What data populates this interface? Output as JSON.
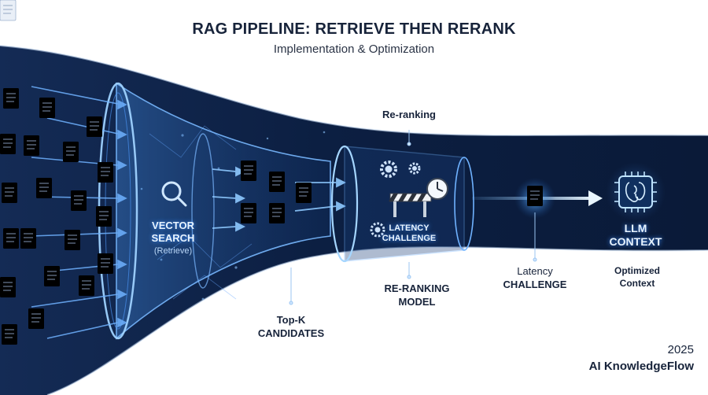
{
  "header": {
    "title": "RAG PIPELINE: RETRIEVE THEN RERANK",
    "subtitle": "Implementation & Optimization"
  },
  "stages": {
    "vector_search": {
      "line1": "VECTOR",
      "line2": "SEARCH",
      "line3": "(Retrieve)"
    },
    "top_k": {
      "line1": "Top-K",
      "line2": "CANDIDATES"
    },
    "reranking_top": "Re-ranking",
    "latency_inner": {
      "line1": "LATENCY",
      "line2": "CHALLENGE"
    },
    "reranking_model": {
      "line1": "RE-RANKING",
      "line2": "MODEL"
    },
    "latency_bottom": {
      "line1": "Latency",
      "line2": "CHALLENGE"
    },
    "llm_context": {
      "line1": "LLM",
      "line2": "CONTEXT"
    },
    "optimized": {
      "line1": "Optimized",
      "line2": "Context"
    }
  },
  "footer": {
    "year": "2025",
    "brand": "AI KnowledgeFlow"
  },
  "colors": {
    "navy": "#0b1b38",
    "accent": "#3d8bff",
    "glow": "#8fd0ff",
    "text": "#17233a"
  },
  "icons": [
    "document-icon",
    "magnifier-icon",
    "gear-icon",
    "barrier-icon",
    "clock-icon",
    "brain-chip-icon",
    "arrow-icon"
  ]
}
